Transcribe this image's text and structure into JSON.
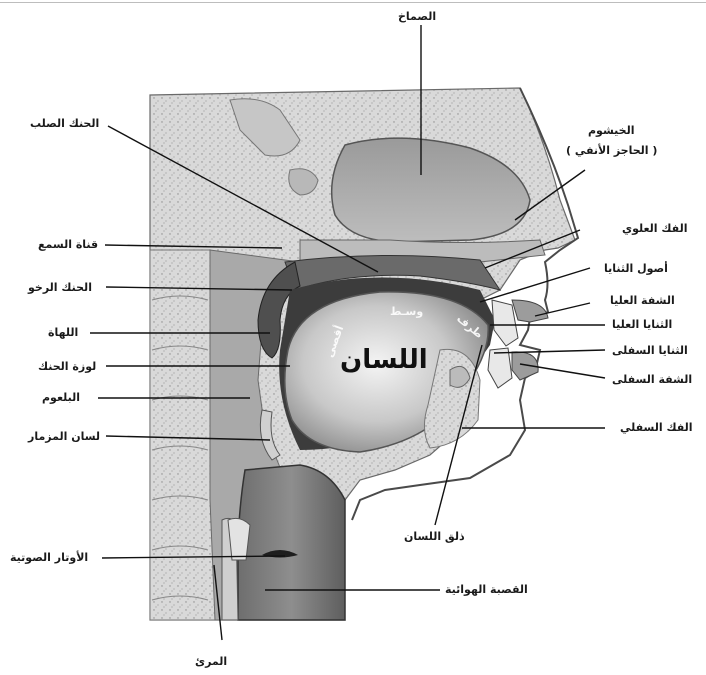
{
  "diagram": {
    "labels": {
      "nasal_cavity": "الصماخ",
      "hard_palate": "الحنك الصلب",
      "nasal_septum_1": "الخيشوم",
      "nasal_septum_2": "( الحاجز الأنفي )",
      "auditory_canal": "قناة السمع",
      "upper_jaw": "الفك العلوي",
      "soft_palate": "الحنك الرخو",
      "tooth_roots": "أصول الثنايا",
      "upper_lip": "الشفة العليا",
      "uvula": "اللهاة",
      "upper_incisors": "الثنايا العليا",
      "palatine_tonsil": "لوزة الحنك",
      "lower_incisors": "الثنايا السفلى",
      "lower_lip": "الشفة السفلى",
      "pharynx": "البلعوم",
      "lower_jaw": "الفك السفلي",
      "epiglottis": "لسان المزمار",
      "tongue_tip": "ذلق اللسان",
      "vocal_cords": "الأوتار الصوتية",
      "trachea": "القصبة الهوائية",
      "esophagus": "المرئ"
    },
    "tongue": {
      "name": "اللسان",
      "middle": "وسـط",
      "edge": "طرف",
      "back": "أقصى"
    }
  }
}
